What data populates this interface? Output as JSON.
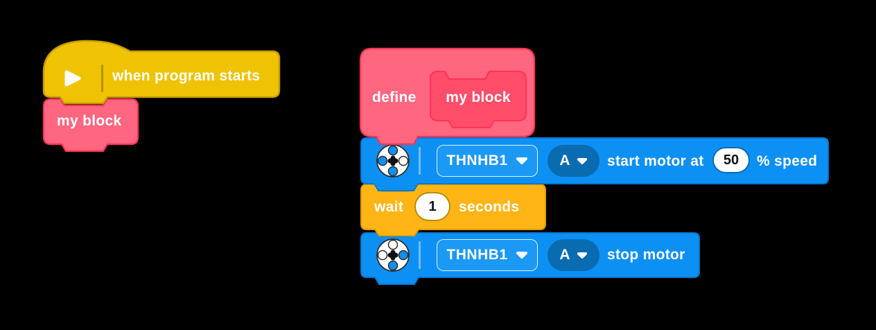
{
  "colors": {
    "canvas": "#000000",
    "yellow": "#EFC303",
    "yellow-border": "#C79D00",
    "pink": "#FF6680",
    "pink-dark": "#FF4D6A",
    "pink-border": "#FF3355",
    "blue": "#0D90F4",
    "blue-border": "#0678CE",
    "blue-field": "#1B99F5",
    "blue-pill": "#0A6CB0",
    "orange": "#FFB515",
    "orange-border": "#DE9E00",
    "label-text": "#FFFFFF",
    "value-text": "#111111"
  },
  "left_stack": {
    "hat_block": {
      "icon": "play-icon",
      "label": "when program starts"
    },
    "call_block": {
      "label": "my block"
    }
  },
  "right_stack": {
    "define_block": {
      "keyword": "define",
      "prototype_label": "my block"
    },
    "start_motor_block": {
      "icon": "motor-icon",
      "hub_dropdown": {
        "value": "THNHB1"
      },
      "port_dropdown": {
        "value": "A"
      },
      "label_start": "start motor at",
      "speed_value": "50",
      "label_end": "% speed"
    },
    "wait_block": {
      "label_start": "wait",
      "duration_value": "1",
      "label_end": "seconds"
    },
    "stop_motor_block": {
      "icon": "motor-icon",
      "hub_dropdown": {
        "value": "THNHB1"
      },
      "port_dropdown": {
        "value": "A"
      },
      "label": "stop motor"
    }
  }
}
